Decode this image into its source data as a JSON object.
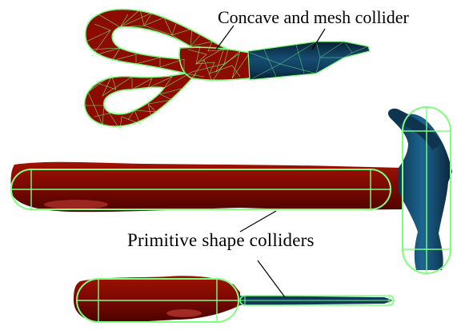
{
  "labels": {
    "concave_mesh": "Concave and mesh collider",
    "primitive": "Primitive shape colliders"
  },
  "colors": {
    "handle_red": "#8c0b02",
    "handle_dark": "#5a0500",
    "metal_dark": "#0c2a45",
    "metal_mid": "#124a6e",
    "metal_light": "#1f6f9a",
    "collider_green": "#7dff7d",
    "background": "#ffffff"
  },
  "objects": [
    {
      "name": "scissors",
      "collider": "concave-mesh"
    },
    {
      "name": "hammer",
      "collider": "primitive-capsule"
    },
    {
      "name": "screwdriver",
      "collider": "primitive-capsule"
    }
  ]
}
